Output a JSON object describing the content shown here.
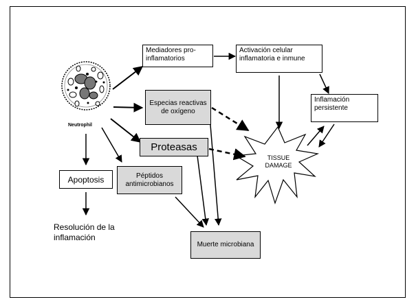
{
  "nodes": {
    "neutrophil": "Neutrophil",
    "mediadores": "Mediadores pro-inflamatorios",
    "activacion": "Activación celular inflamatoria e inmune",
    "especias": "Especias reactivas de oxígeno",
    "inflamacion_persistente": "Inflamación persistente",
    "proteasas": "Proteasas",
    "tissue_damage": "TISSUE DAMAGE",
    "apoptosis": "Apoptosis",
    "peptidos": "Péptidos antimicrobianos",
    "resolucion": "Resolución de la inflamación",
    "muerte": "Muerte microbiana"
  },
  "colors": {
    "border": "#000000",
    "gray_fill": "#d9d9d9",
    "background": "#ffffff"
  },
  "icons": [
    "neutrophil-cell-icon",
    "tissue-damage-starburst-icon"
  ]
}
